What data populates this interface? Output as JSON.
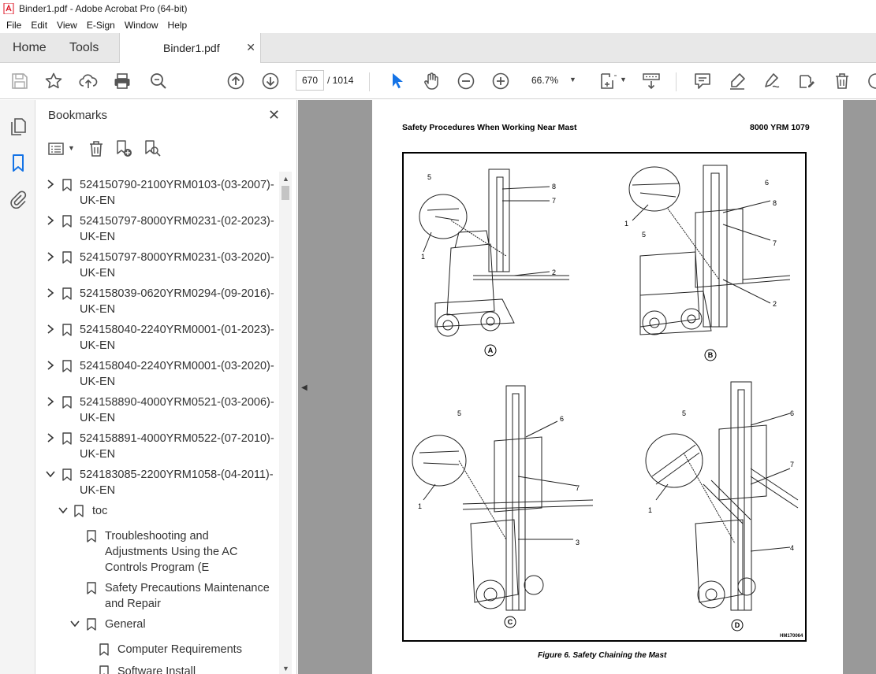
{
  "window": {
    "title": "Binder1.pdf - Adobe Acrobat Pro (64-bit)"
  },
  "menu": [
    "File",
    "Edit",
    "View",
    "E-Sign",
    "Window",
    "Help"
  ],
  "tabs": {
    "home": "Home",
    "tools": "Tools",
    "document": "Binder1.pdf"
  },
  "toolbar": {
    "current_page": "670",
    "total_pages": "/ 1014",
    "zoom": "66.7%"
  },
  "bookmarks_panel": {
    "title": "Bookmarks",
    "items": [
      {
        "line1": "524150790-2100YRM0103-(03-2007)-",
        "line2": "UK-EN",
        "state": "collapsed"
      },
      {
        "line1": "524150797-8000YRM0231-(02-2023)-",
        "line2": "UK-EN",
        "state": "collapsed"
      },
      {
        "line1": "524150797-8000YRM0231-(03-2020)-",
        "line2": "UK-EN",
        "state": "collapsed"
      },
      {
        "line1": "524158039-0620YRM0294-(09-2016)-",
        "line2": "UK-EN",
        "state": "collapsed"
      },
      {
        "line1": "524158040-2240YRM0001-(01-2023)-",
        "line2": "UK-EN",
        "state": "collapsed"
      },
      {
        "line1": "524158040-2240YRM0001-(03-2020)-",
        "line2": "UK-EN",
        "state": "collapsed"
      },
      {
        "line1": "524158890-4000YRM0521-(03-2006)-",
        "line2": "UK-EN",
        "state": "collapsed"
      },
      {
        "line1": "524158891-4000YRM0522-(07-2010)-",
        "line2": "UK-EN",
        "state": "collapsed"
      },
      {
        "line1": "524183085-2200YRM1058-(04-2011)-",
        "line2": "UK-EN",
        "state": "expanded"
      }
    ],
    "children": {
      "toc": "toc",
      "troubleshooting": [
        "Troubleshooting and",
        "Adjustments Using the AC",
        "Controls Program (E"
      ],
      "safety": [
        "Safety Precautions Maintenance",
        "and Repair"
      ],
      "general": "General",
      "computer_req": "Computer Requirements",
      "software_install": "Software Install"
    }
  },
  "document_page": {
    "header_left": "Safety Procedures When Working Near Mast",
    "header_right": "8000 YRM 1079",
    "caption": "Figure 6.  Safety Chaining the Mast",
    "figure_code": "HM170064",
    "panels": [
      {
        "id": "A",
        "callouts": [
          "5",
          "8",
          "7",
          "1",
          "2"
        ]
      },
      {
        "id": "B",
        "callouts": [
          "6",
          "8",
          "1",
          "5",
          "7",
          "2"
        ]
      },
      {
        "id": "C",
        "callouts": [
          "5",
          "6",
          "1",
          "7",
          "3"
        ]
      },
      {
        "id": "D",
        "callouts": [
          "5",
          "6",
          "7",
          "1",
          "4"
        ]
      }
    ]
  },
  "colors": {
    "accent_blue": "#1473e6",
    "viewer_bg": "#999999"
  }
}
